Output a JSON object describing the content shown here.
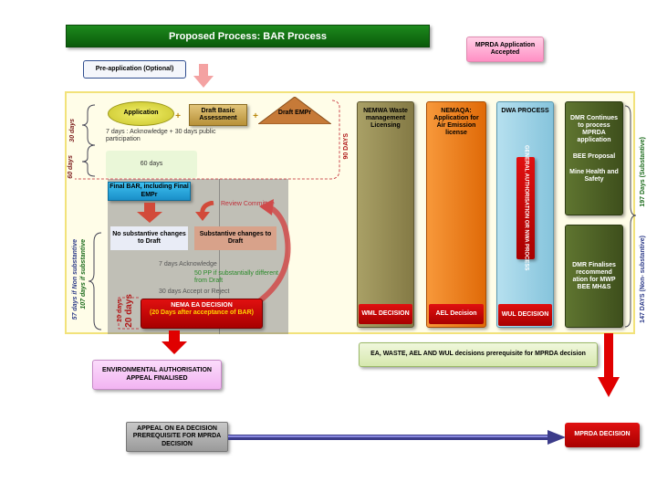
{
  "title": "Proposed Process:  BAR Process",
  "mprda_accepted": "MPRDA Application Accepted",
  "pre_application": "Pre-application (Optional)",
  "application": "Application",
  "draft_basic_assessment": "Draft Basic Assessment",
  "draft_empr": "Draft EMPr",
  "plus": "+",
  "days_30": "30  days",
  "days_60": "60  days",
  "ack_30": "7 days :  Acknowledge + 30 days public participation",
  "sixty_days": "60 days",
  "days_90": "90 DAYS",
  "final_bar": "Final BAR, including Final EMPr",
  "review_committee": "Review Committee",
  "no_substantive": "No substantive changes to Draft",
  "substantive": "Substantive changes to Draft",
  "ack_7": "7 days Acknowledge",
  "pp_50": "50 PP if substantially different from Draft",
  "accept_reject": "30 days Accept or Reject",
  "nema_decision_title": "NEMA EA DECISION",
  "nema_decision_sub": "(20 Days after acceptance of BAR)",
  "days_20": "20 days",
  "days_20_b": "20 days",
  "left_57": "57 days  if Non substantive",
  "left_107": "107 days  if   substantive",
  "nemwa": "NEMWA Waste management Licensing",
  "nemaqa": "NEMAQA: Application for Air Emission license",
  "dwa": "DWA PROCESS",
  "general_auth": "GENERAL AUTHORISATION OR NWA PROCESS",
  "dmr_top": "DMR Continues to process MPRDA application",
  "bee_proposal": "BEE Proposal",
  "mine_health": "Mine Health and Safety",
  "dmr_bottom": "DMR Finalises recommend ation for MWP BEE MH&S",
  "wml_decision": "WML DECISION",
  "ael_decision": "AEL Decision",
  "wul_decision": "WUL DECISION",
  "days_197": "197 Days (Substantive)",
  "days_147": "147  DAYS (Non- substantive)",
  "prereq_box": "EA, WASTE, AEL AND WUL decisions prerequisite for MPRDA decision",
  "env_auth": "ENVIRONMENTAL AUTHORISATION APPEAL FINALISED",
  "appeal_ea": "APPEAL ON EA DECISION PREREQUISITE FOR MPRDA DECISION",
  "mprda_decision": "MPRDA DECISION",
  "colors": {
    "title_green": "#0f6e0f",
    "panel_yellow": "#fffde8",
    "panel_border": "#f2e27a",
    "nemwa_olive": "#948a54",
    "nemaqa_orange": "#f07d14",
    "dwa_blue": "#9dd2e6",
    "dmr_green": "#4f6228",
    "red": "#d00000",
    "pink": "#ffb6d5",
    "arrow_pink": "#f4a2a2"
  }
}
